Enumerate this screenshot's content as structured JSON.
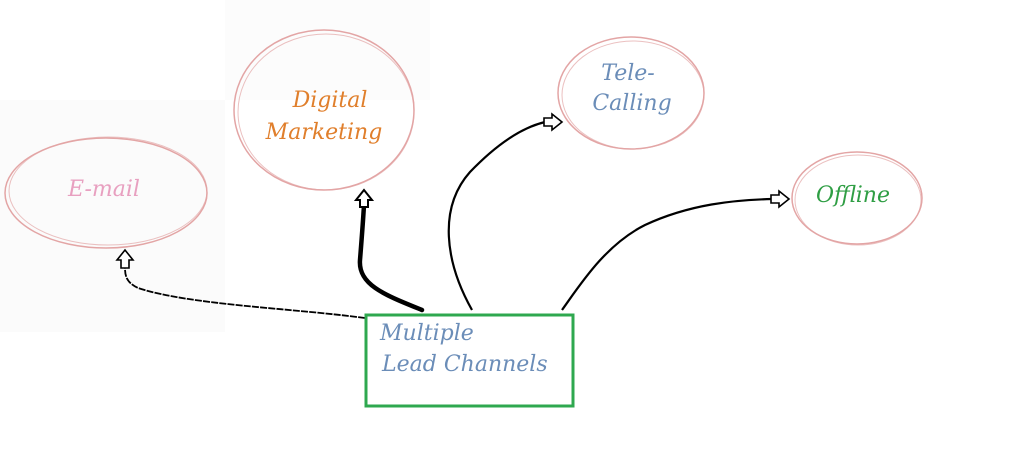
{
  "center_node": {
    "line1": "Multiple",
    "line2": "Lead Channels",
    "text_color": "#6b8db8",
    "border_color": "#2fa84f"
  },
  "nodes": {
    "email": {
      "label": "E-mail",
      "color": "#e8a0c0"
    },
    "digital_marketing": {
      "line1": "Digital",
      "line2": "Marketing",
      "color": "#e07f2c"
    },
    "tele_calling": {
      "line1": "Tele-",
      "line2": "Calling",
      "color": "#6b8db8"
    },
    "offline": {
      "label": "Offline",
      "color": "#2f9e44"
    }
  },
  "ellipse_stroke": "#e3a5a5",
  "arrow_color": "#000000"
}
